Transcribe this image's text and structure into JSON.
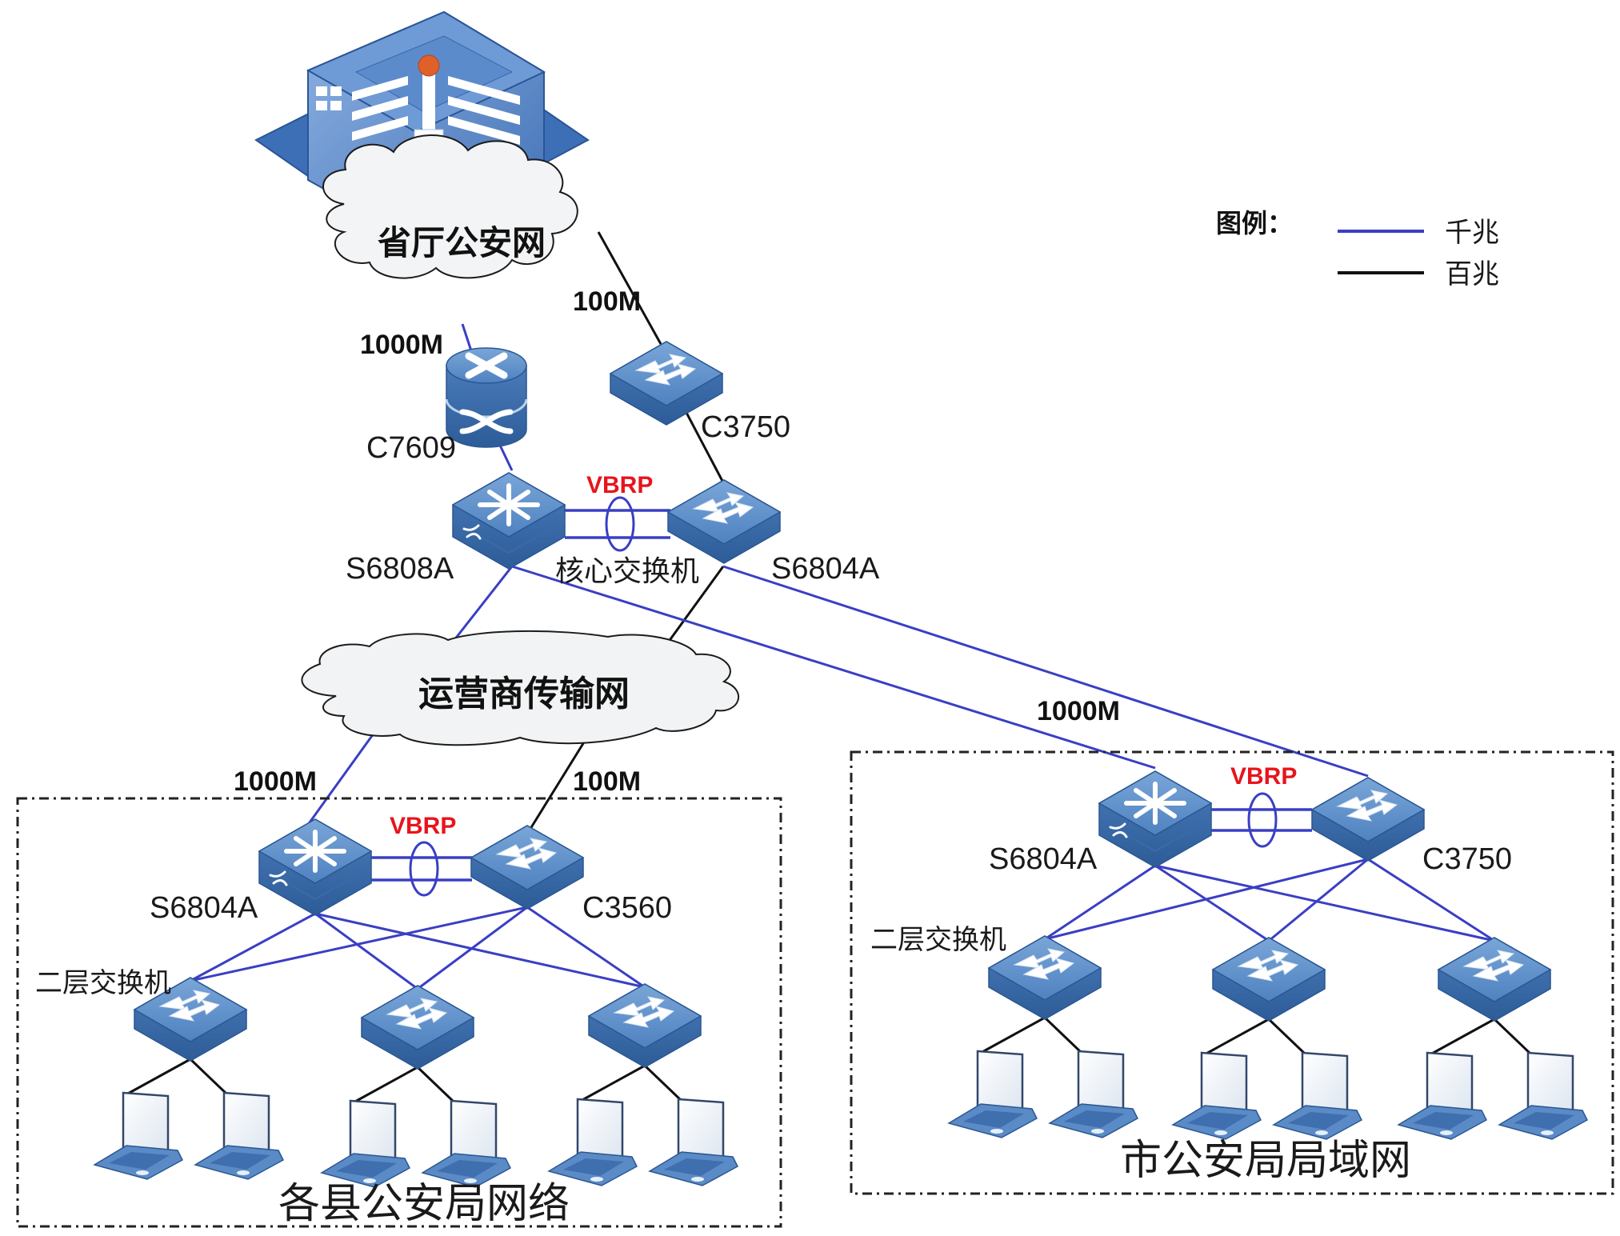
{
  "colors": {
    "gigabit": "#3a3fc4",
    "fast": "#111111",
    "vbrp": "#e8141c",
    "device": "#4a7fbf",
    "device_dark": "#2f5e9a",
    "cloud_fill": "#f1f3f4"
  },
  "legend": {
    "title": "图例：",
    "items": [
      {
        "label": "千兆",
        "type": "gigabit"
      },
      {
        "label": "百兆",
        "type": "fast"
      }
    ]
  },
  "clouds": {
    "provincial": "省厅公安网",
    "carrier": "运营商传输网"
  },
  "link_labels": {
    "prov_1000": "1000M",
    "prov_100": "100M",
    "city_1000": "1000M",
    "county_1000": "1000M",
    "county_100": "100M"
  },
  "core": {
    "router": "C7609",
    "switch_top": "C3750",
    "left": "S6808A",
    "right": "S6804A",
    "caption": "核心交换机",
    "vbrp": "VBRP"
  },
  "county": {
    "left": "S6804A",
    "right": "C3560",
    "vbrp": "VBRP",
    "access_label": "二层交换机",
    "title": "各县公安局网络",
    "access_switch_count": 3,
    "laptops_per_switch": 2
  },
  "city": {
    "left": "S6804A",
    "right": "C3750",
    "vbrp": "VBRP",
    "access_label": "二层交换机",
    "title": "市公安局局域网",
    "access_switch_count": 3,
    "laptops_per_switch": 2
  }
}
